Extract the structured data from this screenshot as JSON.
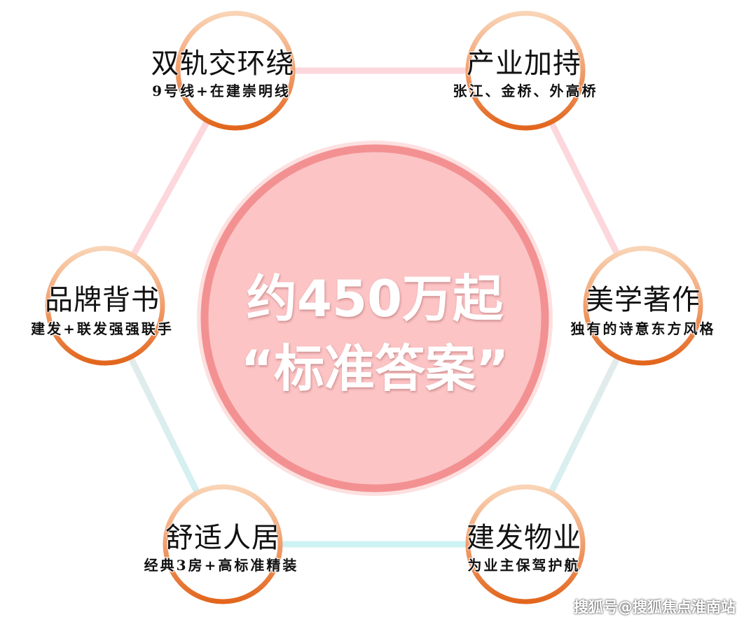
{
  "center": {
    "line1": "约450万起",
    "line2": "“标准答案”"
  },
  "nodes": [
    {
      "title": "双轨交环绕",
      "subtitle": "9号线+在建崇明线"
    },
    {
      "title": "产业加持",
      "subtitle": "张江、金桥、外高桥"
    },
    {
      "title": "美学著作",
      "subtitle": "独有的诗意东方风格"
    },
    {
      "title": "建发物业",
      "subtitle": "为业主保驾护航"
    },
    {
      "title": "舒适人居",
      "subtitle": "经典3房+高标准精装"
    },
    {
      "title": "品牌背书",
      "subtitle": "建发+联发强强联手"
    }
  ],
  "watermark": "搜狐号@搜狐焦点淮南站",
  "colors": {
    "center_fill": "#fcc3c4",
    "center_ring": "#f49697",
    "node_ring_top": "#f8c9a6",
    "node_ring_bottom": "#e46b22",
    "edge_pink": "#fcd6da",
    "edge_cyan": "#cdf3f5",
    "edge_gray": "#e6e6e6"
  }
}
